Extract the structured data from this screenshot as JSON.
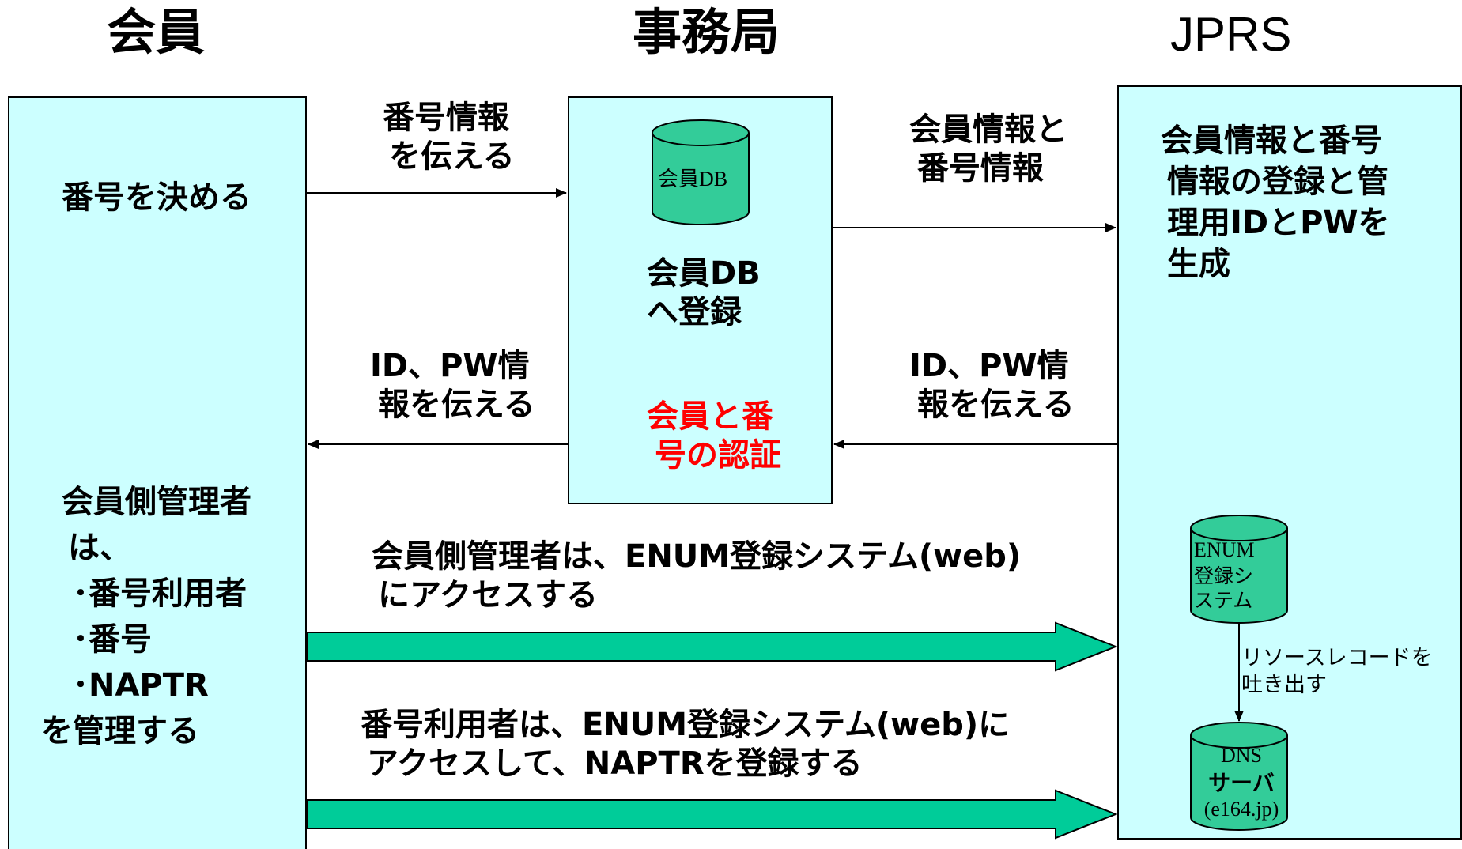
{
  "headers": {
    "member": "会員",
    "secretariat": "事務局",
    "jprs": "JPRS"
  },
  "member_box": {
    "decide": "番号を決める",
    "admin_lines": [
      "会員側管理者",
      "は、",
      "･番号利用者",
      "･番号",
      "･NAPTR",
      "を管理する"
    ]
  },
  "secretariat_box": {
    "db_label": "会員DB",
    "register_lines": [
      "会員DB",
      "へ登録"
    ],
    "auth_lines": [
      "会員と番",
      "号の認証"
    ]
  },
  "jprs_box": {
    "register_lines": [
      "会員情報と番号",
      "情報の登録と管",
      "理用IDとPWを",
      "生成"
    ],
    "enum_lines": [
      "ENUM",
      "登録シ",
      "ステム"
    ],
    "resource_lines": [
      "リソースレコードを",
      "吐き出す"
    ],
    "dns_lines": [
      "DNS",
      "サーバ",
      "(e164.jp)"
    ]
  },
  "arrows": {
    "num_info": [
      "番号情報",
      "を伝える"
    ],
    "member_num_info": [
      "会員情報と",
      "番号情報"
    ],
    "idpw_to_member": [
      "ID、PW情",
      "報を伝える"
    ],
    "idpw_to_sec": [
      "ID、PW情",
      "報を伝える"
    ],
    "admin_access": [
      "会員側管理者は、ENUM登録システム(web)",
      "にアクセスする"
    ],
    "user_access": [
      "番号利用者は、ENUM登録システム(web)に",
      "アクセスして、NAPTRを登録する"
    ]
  },
  "colors": {
    "box_fill": "#ccffff",
    "cylinder_fill": "#33cc99",
    "thick_arrow_fill": "#00cc99",
    "auth_text": "#ff0000"
  }
}
